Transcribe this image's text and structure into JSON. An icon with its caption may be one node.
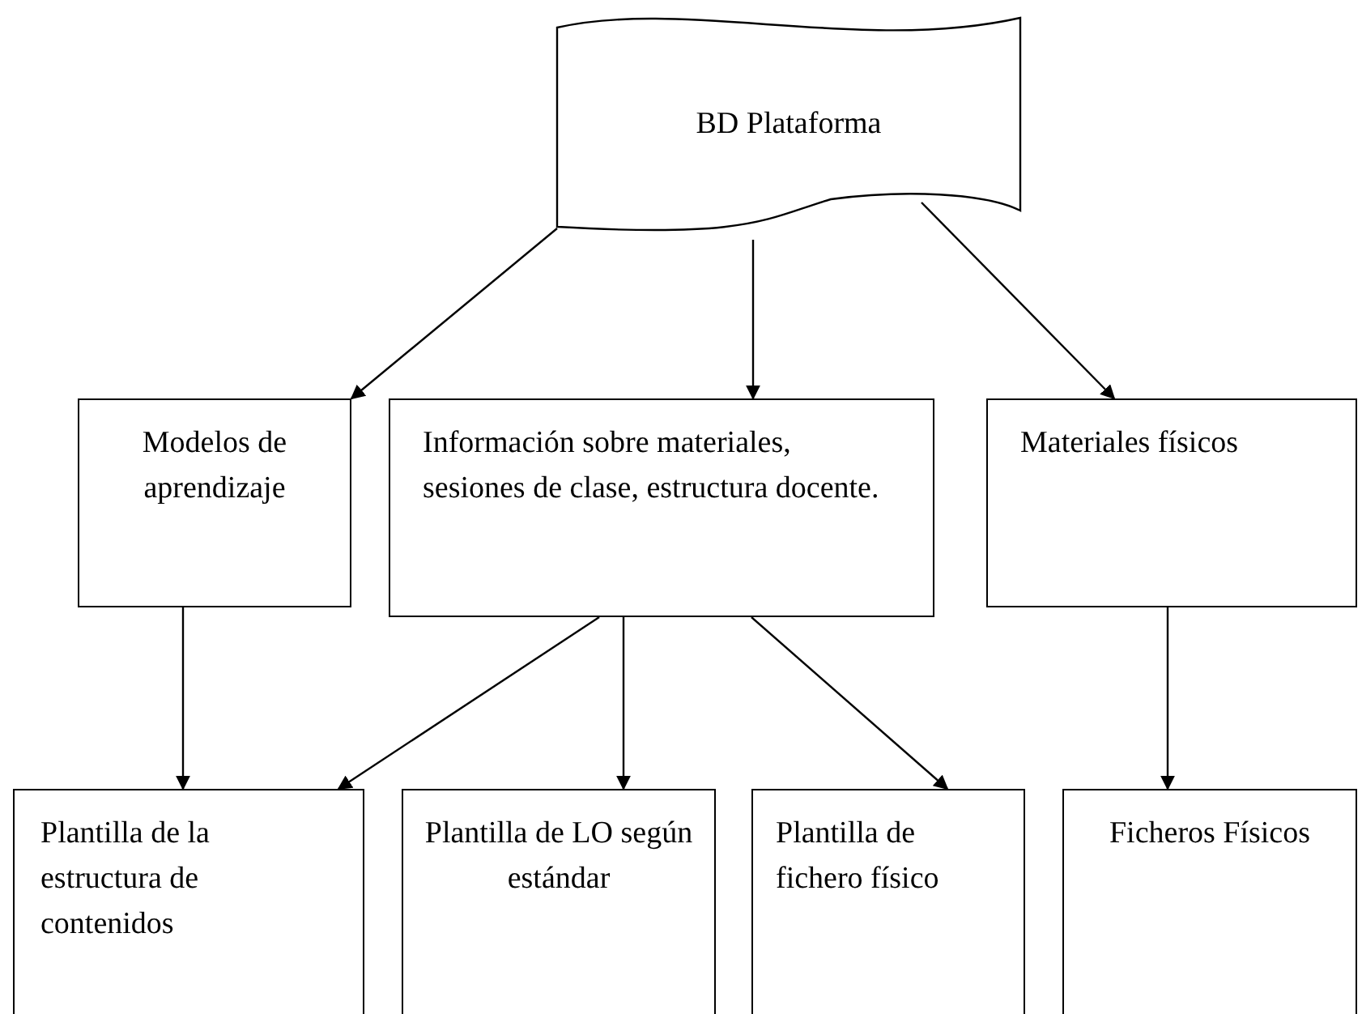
{
  "diagram": {
    "nodes": [
      {
        "text": [
          "BD Plataforma"
        ]
      },
      {
        "text": [
          "Modelos de aprendizaje"
        ]
      },
      {
        "text": [
          "Información sobre materiales, sesiones de clase, estructura docente."
        ]
      },
      {
        "text": [
          "Materiales físicos"
        ]
      },
      {
        "text": [
          "Plantilla de la estructura de contenidos"
        ]
      },
      {
        "text": [
          "Plantilla de LO según estándar"
        ]
      },
      {
        "text": [
          "Plantilla de fichero físico"
        ]
      },
      {
        "text": [
          "Ficheros Físicos"
        ]
      }
    ],
    "edges": [
      {
        "from": 0,
        "to": 1,
        "arrow": "to"
      },
      {
        "from": 0,
        "to": 2,
        "arrow": "to"
      },
      {
        "from": 0,
        "to": 3,
        "arrow": "to"
      },
      {
        "from": 1,
        "to": 4,
        "arrow": "to"
      },
      {
        "from": 2,
        "to": 4,
        "arrow": "to"
      },
      {
        "from": 2,
        "to": 5,
        "arrow": "to"
      },
      {
        "from": 2,
        "to": 6,
        "arrow": "to"
      },
      {
        "from": 3,
        "to": 7,
        "arrow": "to"
      }
    ]
  }
}
